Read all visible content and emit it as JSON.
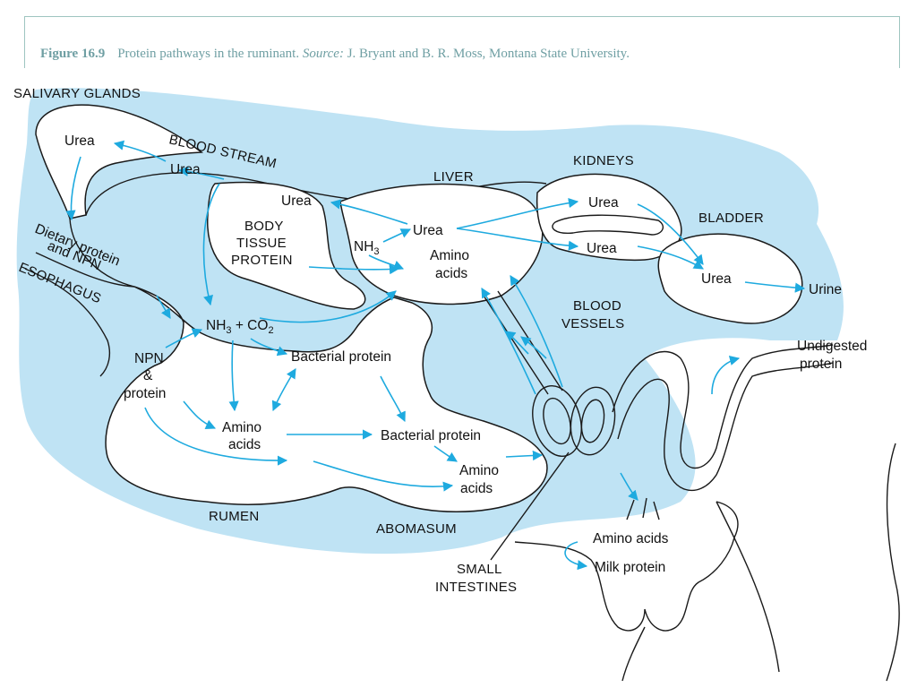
{
  "caption": {
    "figure": "Figure 16.9",
    "text": "Protein pathways in the ruminant.",
    "source_label": "Source:",
    "source": "J. Bryant and B. R. Moss, Montana State University."
  },
  "regions": {
    "salivary_glands": "SALIVARY GLANDS",
    "blood_stream": "BLOOD STREAM",
    "liver": "LIVER",
    "kidneys": "KIDNEYS",
    "bladder": "BLADDER",
    "body_tissue_1": "BODY",
    "body_tissue_2": "TISSUE",
    "body_tissue_3": "PROTEIN",
    "blood_vessels_1": "BLOOD",
    "blood_vessels_2": "VESSELS",
    "dietary_1": "Dietary protein",
    "dietary_2": "and NPN",
    "esophagus": "ESOPHAGUS",
    "rumen": "RUMEN",
    "abomasum": "ABOMASUM",
    "small_int_1": "SMALL",
    "small_int_2": "INTESTINES"
  },
  "nodes": {
    "urea_saliva": "Urea",
    "urea_blood1": "Urea",
    "urea_blood2": "Urea",
    "urea_liver": "Urea",
    "nh3_liver": "NH",
    "nh3_liver_sub": "3",
    "amino_liver_1": "Amino",
    "amino_liver_2": "acids",
    "urea_kidney1": "Urea",
    "urea_kidney2": "Urea",
    "urea_bladder": "Urea",
    "urine": "Urine",
    "nh3co2_a": "NH",
    "nh3co2_sub1": "3",
    "nh3co2_b": " + CO",
    "nh3co2_sub2": "2",
    "npn_1": "NPN",
    "npn_2": "&",
    "npn_3": "protein",
    "bacterial_rumen": "Bacterial protein",
    "amino_rumen_1": "Amino",
    "amino_rumen_2": "acids",
    "bacterial_abo": "Bacterial protein",
    "amino_abo_1": "Amino",
    "amino_abo_2": "acids",
    "undigested_1": "Undigested",
    "undigested_2": "protein",
    "amino_udder": "Amino acids",
    "milk_protein": "Milk protein"
  },
  "colors": {
    "background_fill": "#bfe3f4",
    "arrow": "#1eaadf",
    "outline": "#1a1a1a",
    "caption": "#6f9fa3"
  }
}
